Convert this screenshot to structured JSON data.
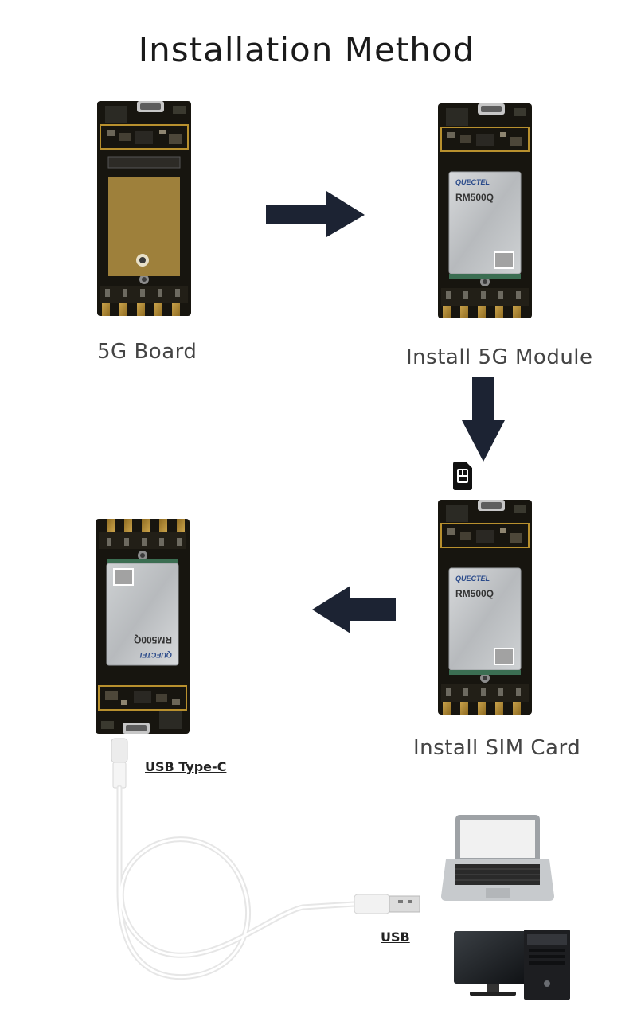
{
  "title": "Installation Method",
  "steps": [
    {
      "label": "5G Board"
    },
    {
      "label": "Install 5G Module"
    },
    {
      "label": "Install SIM Card"
    }
  ],
  "module": {
    "brand": "QUECTEL",
    "model": "RM500Q"
  },
  "connections": {
    "usb_c_label": "USB Type-C",
    "usb_label": "USB"
  },
  "colors": {
    "arrow": "#1c2333",
    "pcb": "#17150f",
    "gold": "#b8902e",
    "shield": "#c9ccce"
  }
}
